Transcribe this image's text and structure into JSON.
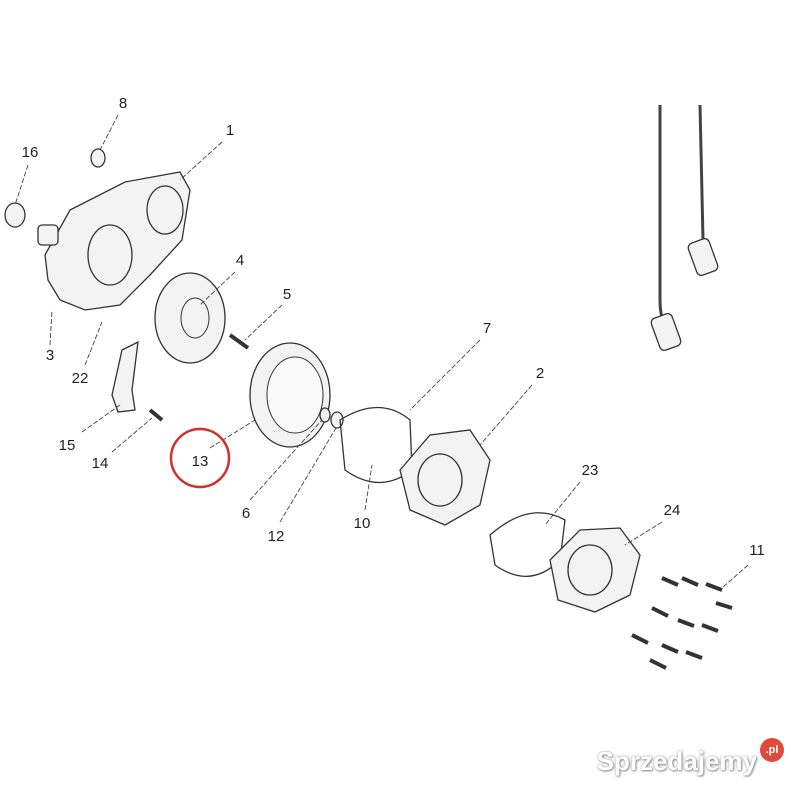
{
  "diagram": {
    "callouts": [
      "16",
      "8",
      "1",
      "4",
      "5",
      "3",
      "22",
      "7",
      "2",
      "15",
      "14",
      "13",
      "6",
      "12",
      "10",
      "23",
      "24",
      "11"
    ],
    "highlighted_callout": "13",
    "highlight_color": "#d0312d"
  },
  "watermark": {
    "text": "Sprzedajemy",
    "badge": ".pl",
    "badge_color": "#e04a3b"
  }
}
